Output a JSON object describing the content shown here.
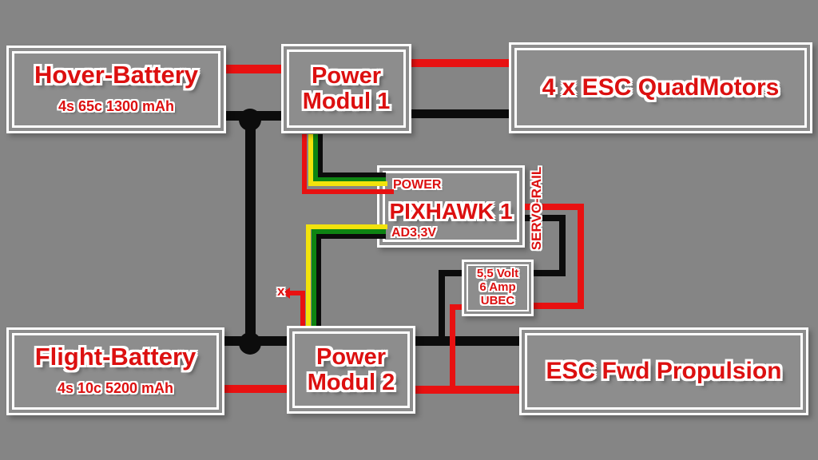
{
  "colors": {
    "background": "#858585",
    "box_fill": "#8d8d8d",
    "box_border": "#ffffff",
    "wire_red": "#e81111",
    "wire_black": "#0c0c0c",
    "wire_yellow": "#f2e30c",
    "wire_green": "#0e8412",
    "label_red": "#dc1010"
  },
  "nodes": {
    "hover_battery": {
      "title": "Hover-Battery",
      "subtitle": "4s 65c 1300 mAh"
    },
    "power_modul_1": {
      "line1": "Power",
      "line2": "Modul 1"
    },
    "esc_quad": {
      "title": "4 x ESC QuadMotors"
    },
    "pixhawk": {
      "title": "PIXHAWK 1",
      "port_top": "POWER",
      "port_bottom": "AD3,3V",
      "rail_label": "SERVO-RAIL"
    },
    "ubec": {
      "line1": "5,5 Volt",
      "line2": "6 Amp",
      "line3": "UBEC"
    },
    "flight_battery": {
      "title": "Flight-Battery",
      "subtitle": "4s 10c 5200 mAh"
    },
    "power_modul_2": {
      "line1": "Power",
      "line2": "Modul 2"
    },
    "esc_fwd": {
      "title": "ESC Fwd Propulsion"
    }
  },
  "annotations": {
    "disconnect_marker": "x"
  }
}
